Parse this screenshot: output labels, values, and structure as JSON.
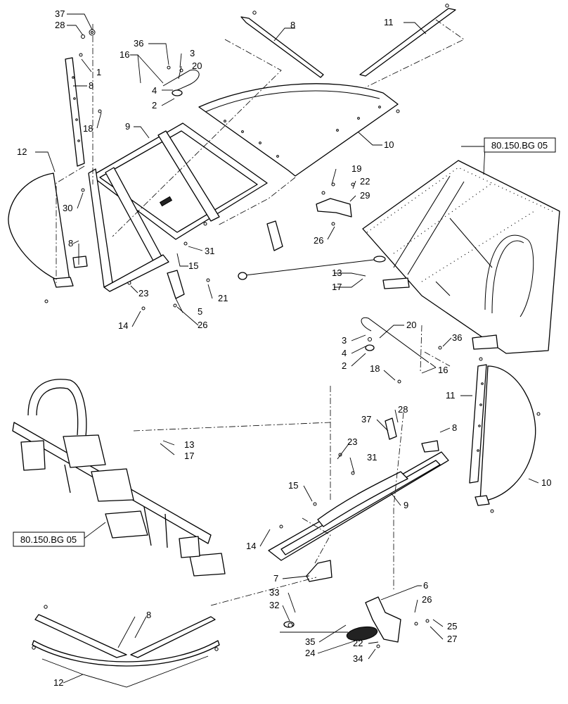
{
  "reference_boxes": [
    {
      "id": "ref-top",
      "text": "80.150.BG 05"
    },
    {
      "id": "ref-bottom",
      "text": "80.150.BG 05"
    }
  ],
  "callouts": [
    {
      "id": "c37a",
      "text": "37"
    },
    {
      "id": "c28a",
      "text": "28"
    },
    {
      "id": "c1",
      "text": "1"
    },
    {
      "id": "c8a",
      "text": "8"
    },
    {
      "id": "c36a",
      "text": "36"
    },
    {
      "id": "c16a",
      "text": "16"
    },
    {
      "id": "c3a",
      "text": "3"
    },
    {
      "id": "c20a",
      "text": "20"
    },
    {
      "id": "c4a",
      "text": "4"
    },
    {
      "id": "c2a",
      "text": "2"
    },
    {
      "id": "c18a",
      "text": "18"
    },
    {
      "id": "c9a",
      "text": "9"
    },
    {
      "id": "c12a",
      "text": "12"
    },
    {
      "id": "c30",
      "text": "30"
    },
    {
      "id": "c8b",
      "text": "8"
    },
    {
      "id": "c8c",
      "text": "8"
    },
    {
      "id": "c11a",
      "text": "11"
    },
    {
      "id": "c10a",
      "text": "10"
    },
    {
      "id": "c19",
      "text": "19"
    },
    {
      "id": "c22a",
      "text": "22"
    },
    {
      "id": "c29",
      "text": "29"
    },
    {
      "id": "c26a",
      "text": "26"
    },
    {
      "id": "c31a",
      "text": "31"
    },
    {
      "id": "c15a",
      "text": "15"
    },
    {
      "id": "c13a",
      "text": "13"
    },
    {
      "id": "c17a",
      "text": "17"
    },
    {
      "id": "c23a",
      "text": "23"
    },
    {
      "id": "c21",
      "text": "21"
    },
    {
      "id": "c5",
      "text": "5"
    },
    {
      "id": "c14a",
      "text": "14"
    },
    {
      "id": "c26b",
      "text": "26"
    },
    {
      "id": "c3b",
      "text": "3"
    },
    {
      "id": "c20b",
      "text": "20"
    },
    {
      "id": "c4b",
      "text": "4"
    },
    {
      "id": "c2b",
      "text": "2"
    },
    {
      "id": "c36b",
      "text": "36"
    },
    {
      "id": "c16b",
      "text": "16"
    },
    {
      "id": "c18b",
      "text": "18"
    },
    {
      "id": "c11b",
      "text": "11"
    },
    {
      "id": "c28b",
      "text": "28"
    },
    {
      "id": "c37b",
      "text": "37"
    },
    {
      "id": "c8d",
      "text": "8"
    },
    {
      "id": "c13b",
      "text": "13"
    },
    {
      "id": "c17b",
      "text": "17"
    },
    {
      "id": "c23b",
      "text": "23"
    },
    {
      "id": "c31b",
      "text": "31"
    },
    {
      "id": "c15b",
      "text": "15"
    },
    {
      "id": "c9b",
      "text": "9"
    },
    {
      "id": "c10b",
      "text": "10"
    },
    {
      "id": "c14b",
      "text": "14"
    },
    {
      "id": "c7",
      "text": "7"
    },
    {
      "id": "c6",
      "text": "6"
    },
    {
      "id": "c33",
      "text": "33"
    },
    {
      "id": "c32",
      "text": "32"
    },
    {
      "id": "c26c",
      "text": "26"
    },
    {
      "id": "c25",
      "text": "25"
    },
    {
      "id": "c27",
      "text": "27"
    },
    {
      "id": "c35",
      "text": "35"
    },
    {
      "id": "c22b",
      "text": "22"
    },
    {
      "id": "c24",
      "text": "24"
    },
    {
      "id": "c34",
      "text": "34"
    },
    {
      "id": "c8e",
      "text": "8"
    },
    {
      "id": "c12b",
      "text": "12"
    }
  ]
}
